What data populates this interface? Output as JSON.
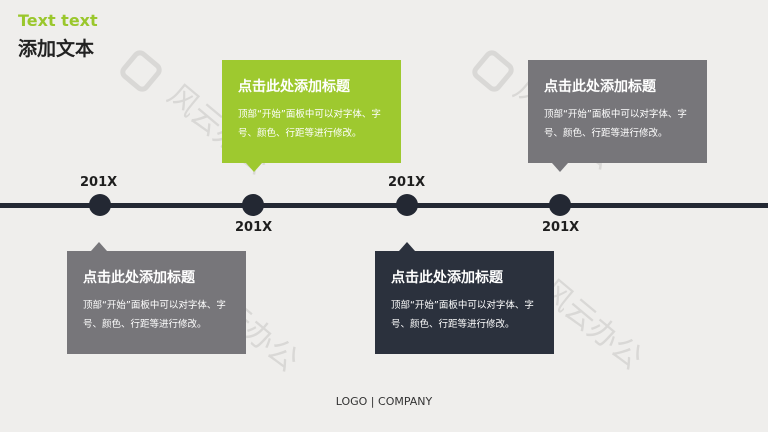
{
  "header": {
    "title_en": "Text text",
    "title_cn": "添加文本"
  },
  "watermark": "风云办公",
  "cards": [
    {
      "year": "201X",
      "title": "点击此处添加标题",
      "body": "顶部“开始”面板中可以对字体、字号、颜色、行距等进行修改。",
      "color": "#77767a"
    },
    {
      "year": "201X",
      "title": "点击此处添加标题",
      "body": "顶部“开始”面板中可以对字体、字号、颜色、行距等进行修改。",
      "color": "#9ec92f"
    },
    {
      "year": "201X",
      "title": "点击此处添加标题",
      "body": "顶部“开始”面板中可以对字体、字号、颜色、行距等进行修改。",
      "color": "#2b313d"
    },
    {
      "year": "201X",
      "title": "点击此处添加标题",
      "body": "顶部“开始”面板中可以对字体、字号、颜色、行距等进行修改。",
      "color": "#77767a"
    }
  ],
  "footer": "LOGO | COMPANY"
}
